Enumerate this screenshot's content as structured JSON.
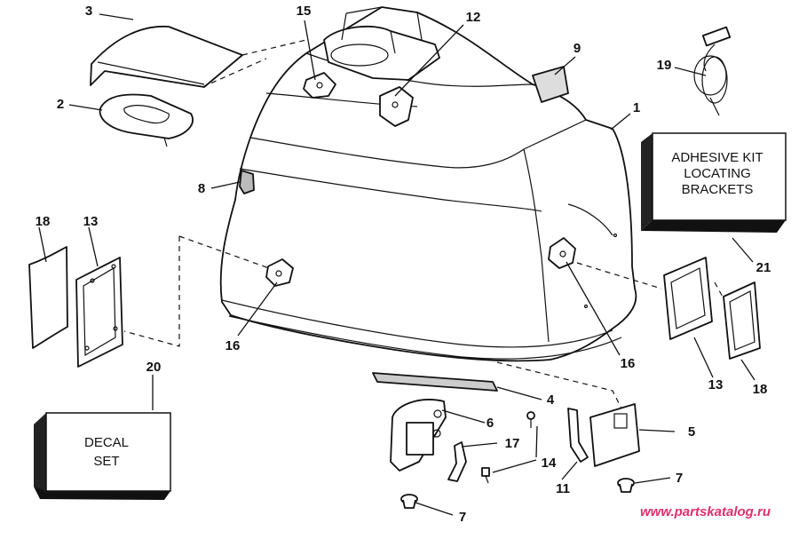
{
  "callouts": {
    "n1": "1",
    "n2": "2",
    "n3": "3",
    "n4": "4",
    "n5": "5",
    "n6": "6",
    "n7a": "7",
    "n7b": "7",
    "n8": "8",
    "n9": "9",
    "n11": "11",
    "n12": "12",
    "n13a": "13",
    "n13b": "13",
    "n14": "14",
    "n15": "15",
    "n16a": "16",
    "n16b": "16",
    "n17": "17",
    "n18a": "18",
    "n18b": "18",
    "n19": "19",
    "n20": "20",
    "n21": "21"
  },
  "adhesive_box": {
    "line1": "ADHESIVE KIT",
    "line2": "LOCATING",
    "line3": "BRACKETS"
  },
  "decal_box": {
    "line1": "DECAL",
    "line2": "SET"
  },
  "watermark": "www.partskatalog.ru"
}
